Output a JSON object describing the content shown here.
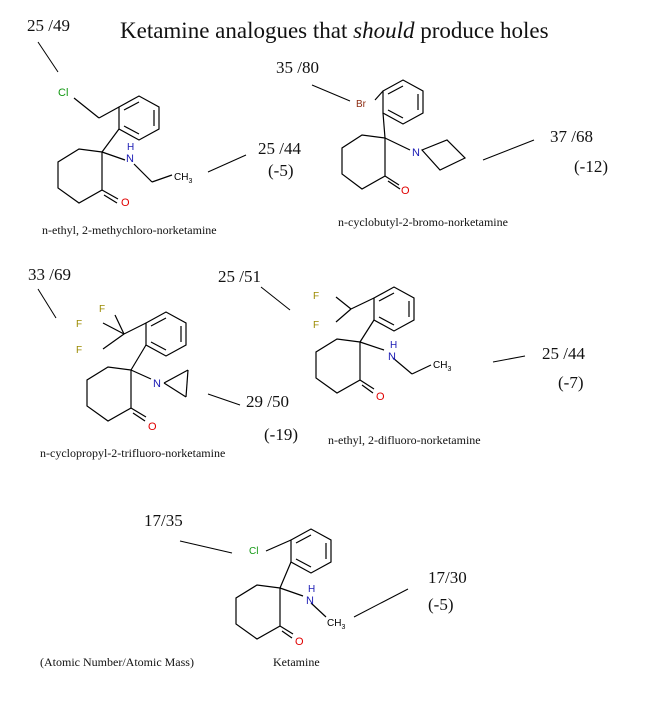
{
  "title_pre": "Ketamine analogues that ",
  "title_emph": "should",
  "title_post": " produce holes",
  "legend": "(Atomic Number/Atomic Mass)",
  "colors": {
    "carbon": "#000000",
    "nitrogen": "#1a1ab4",
    "oxygen": "#e00000",
    "chlorine": "#129812",
    "bromine": "#8b2a10",
    "fluorine": "#9b8a00"
  },
  "molecules": [
    {
      "name": "n-ethyl, 2-methychloro-norketamine",
      "atoms": {
        "halogen": "Cl",
        "amine": "H\nN",
        "amine_h": "H",
        "amine_n": "N",
        "alkyl": "CH3",
        "alkyl_base": "CH",
        "alkyl_sub": "3",
        "oxygen": "O"
      },
      "callouts": [
        {
          "label": "25 /49"
        },
        {
          "label": "25 /44",
          "delta": "(-5)"
        }
      ]
    },
    {
      "name": "n-cyclobutyl-2-bromo-norketamine",
      "atoms": {
        "halogen": "Br",
        "amine_n": "N",
        "oxygen": "O"
      },
      "callouts": [
        {
          "label": "35 /80"
        },
        {
          "label": "37 /68",
          "delta": "(-12)"
        }
      ]
    },
    {
      "name": "n-cyclopropyl-2-trifluoro-norketamine",
      "atoms": {
        "f1": "F",
        "f2": "F",
        "f3": "F",
        "amine_n": "N",
        "oxygen": "O"
      },
      "callouts": [
        {
          "label": "33 /69"
        },
        {
          "label": "29 /50",
          "delta": "(-19)"
        }
      ]
    },
    {
      "name": "n-ethyl, 2-difluoro-norketamine",
      "atoms": {
        "f1": "F",
        "f2": "F",
        "amine_h": "H",
        "amine_n": "N",
        "alkyl_base": "CH",
        "alkyl_sub": "3",
        "oxygen": "O"
      },
      "callouts": [
        {
          "label": "25 /51"
        },
        {
          "label": "25 /44",
          "delta": "(-7)"
        }
      ]
    },
    {
      "name": "Ketamine",
      "atoms": {
        "halogen": "Cl",
        "amine_h": "H",
        "amine_n": "N",
        "alkyl_base": "CH",
        "alkyl_sub": "3",
        "oxygen": "O"
      },
      "callouts": [
        {
          "label": "17/35"
        },
        {
          "label": "17/30",
          "delta": "(-5)"
        }
      ]
    }
  ]
}
